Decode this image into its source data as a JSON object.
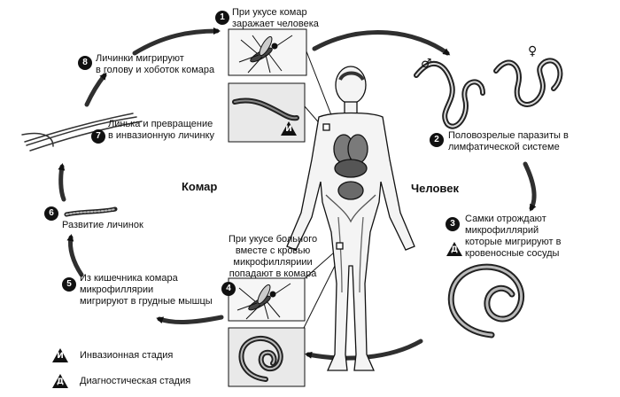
{
  "steps": {
    "s1": {
      "num": "1",
      "text": [
        "При укусе комар",
        "заражает человека"
      ]
    },
    "s2": {
      "num": "2",
      "text": [
        "Половозрелые паразиты в",
        "лимфатической системе"
      ]
    },
    "s3": {
      "num": "3",
      "text": [
        "Самки отрождают",
        "микрофиллярий",
        "которые мигрируют в",
        "кровеносные сосуды"
      ]
    },
    "s4": {
      "num": "4",
      "text": [
        "При укусе больного",
        "вместе с кровью",
        "микрофилляриии",
        "попадают в комара"
      ]
    },
    "s5": {
      "num": "5",
      "text": [
        "Из кишечника комара",
        "микрофиллярии",
        "мигрируют в грудные мышцы"
      ]
    },
    "s6": {
      "num": "6",
      "text": [
        "Развитие личинок"
      ]
    },
    "s7": {
      "num": "7",
      "text": [
        "Линька и превращение",
        "в инвазионную личинку"
      ]
    },
    "s8": {
      "num": "8",
      "text": [
        "Личинки мигрируют",
        "в голову и хоботок комара"
      ]
    }
  },
  "sides": {
    "mosquito": "Комар",
    "human": "Человек"
  },
  "stage_letters": {
    "invasive": "И",
    "diagnostic": "Д"
  },
  "legend": {
    "invasive": "Инвазионная стадия",
    "diagnostic": "Диагностическая стадия"
  },
  "sex_symbols": {
    "male": "♂",
    "female": "♀"
  },
  "colors": {
    "ink": "#111111",
    "arrow": "#3a3a3a",
    "panel_bg": "#e9e9e9",
    "body_fill": "#f4f4f4",
    "organ_fill": "#6a6a6a"
  }
}
